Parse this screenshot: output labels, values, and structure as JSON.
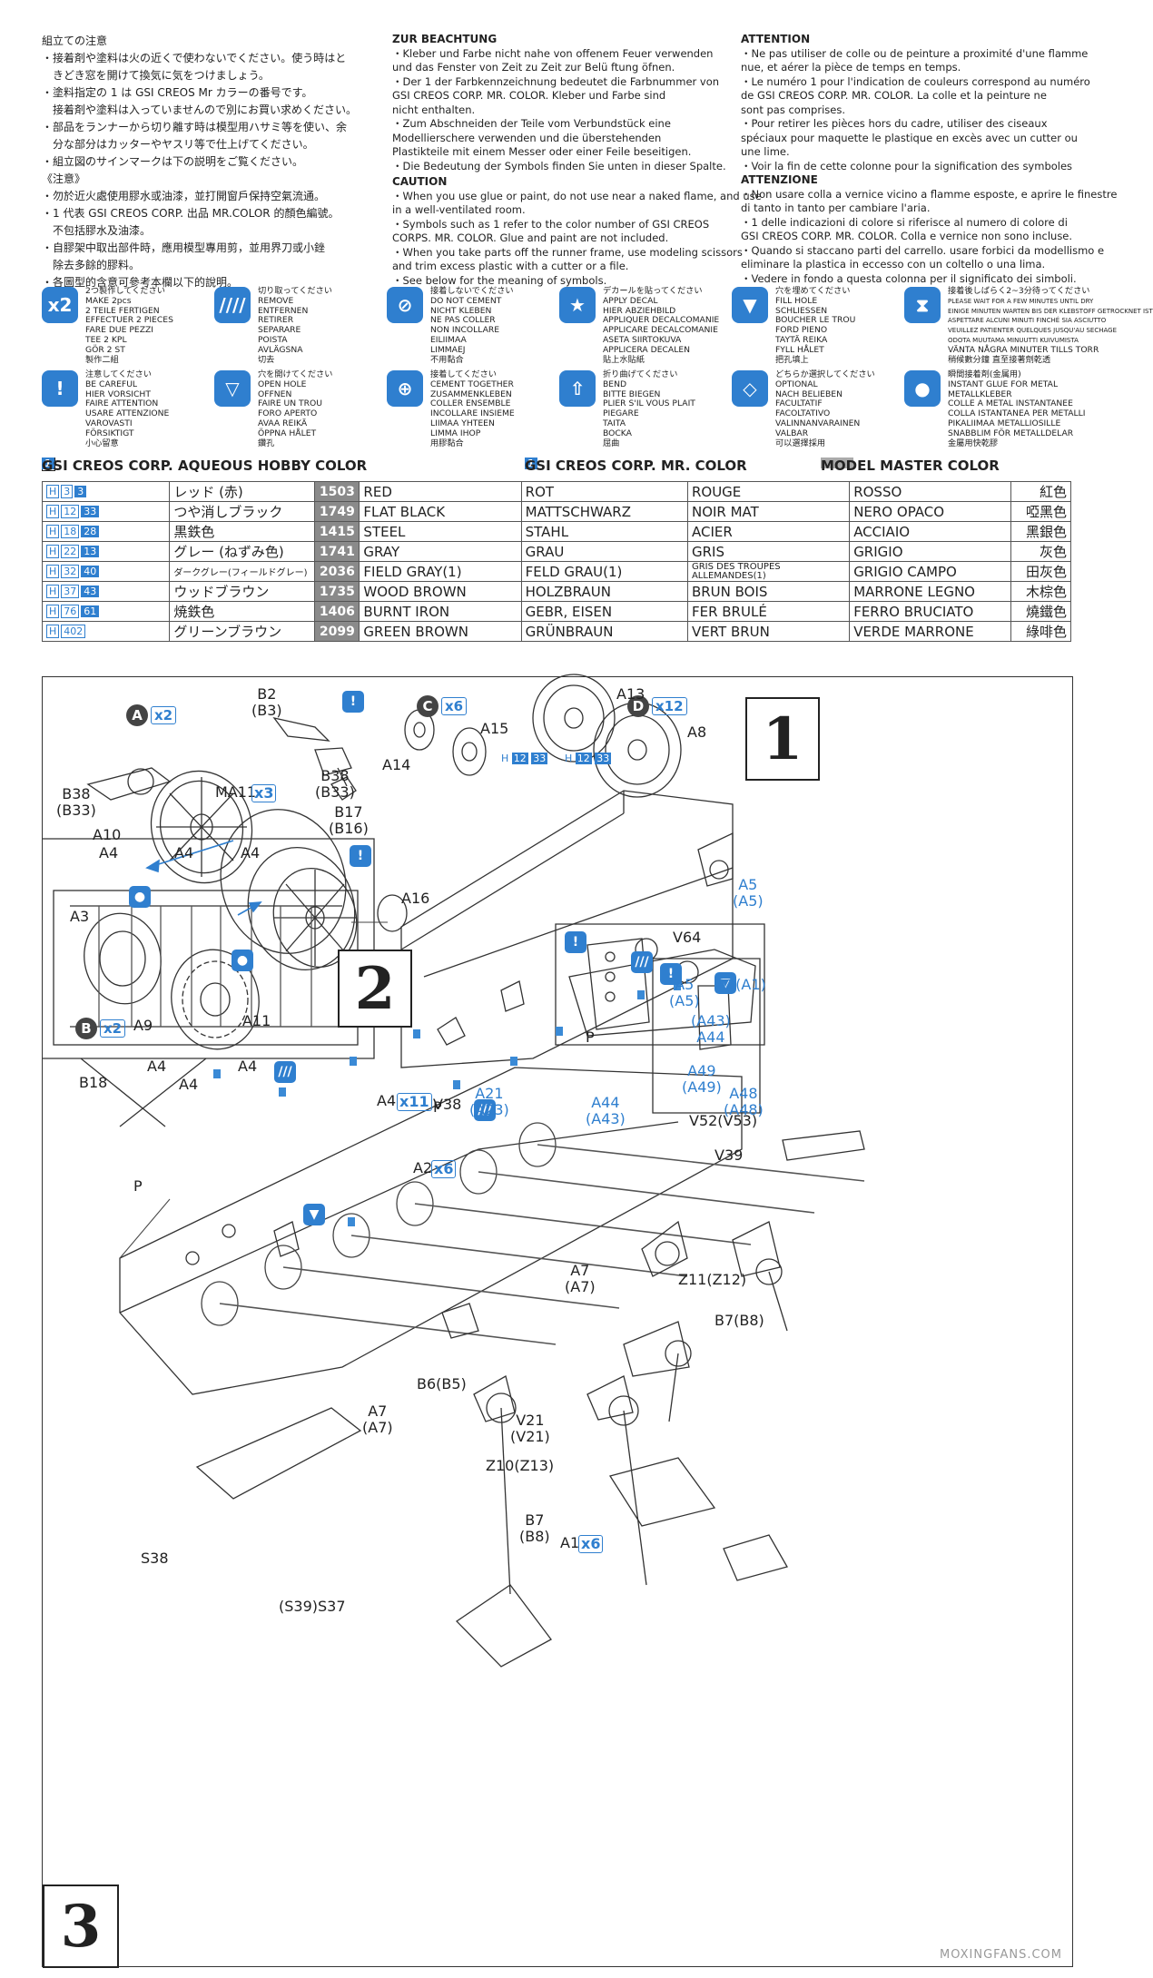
{
  "notes": {
    "jp": {
      "title": "組立ての注意",
      "lines": [
        "・接着剤や塗料は火の近くで使わないでください。使う時はと",
        "　きどき窓を開けて換気に気をつけましょう。",
        "・塗料指定の 1 は GSI CREOS Mr カラーの番号です。",
        "　接着剤や塗料は入っていませんので別にお買い求めください。",
        "・部品をランナーから切り離す時は模型用ハサミ等を使い、余",
        "　分な部分はカッターやヤスリ等で仕上げてください。",
        "・組立図のサインマークは下の説明をご覧ください。"
      ],
      "title2": "《注意》",
      "lines2": [
        "・勿於近火處使用膠水或油漆，並打開窗戶保持空氣流通。",
        "・1 代表 GSI CREOS CORP. 出品 MR.COLOR 的顏色編號。",
        "　不包括膠水及油漆。",
        "・自膠架中取出部件時，應用模型專用剪，並用界刀或小銼",
        "　除去多餘的膠料。",
        "・各圖型的含意可參考本欄以下的說明。"
      ]
    },
    "de": {
      "title": "ZUR BEACHTUNG",
      "lines": [
        "・Kleber und Farbe nicht nahe von offenem Feuer verwenden",
        "  und das Fenster von Zeit zu Zeit zur Belü ftung öfnen.",
        "・Der 1 der Farbkennzeichnung bedeutet die Farbnummer von",
        "  GSI CREOS CORP. MR. COLOR. Kleber und Farbe sind",
        "  nicht enthalten.",
        "・Zum Abschneiden der Teile vom Verbundstück eine",
        "  Modellierschere verwenden und die überstehenden",
        "  Plastikteile mit einem Messer oder einer Feile beseitigen.",
        "・Die Bedeutung der Symbols finden Sie unten in dieser Spalte."
      ],
      "title2": "CAUTION",
      "lines2": [
        "・When you use glue or paint, do not use near a naked flame, and use",
        "  in a well-ventilated room.",
        "・Symbols such as 1 refer to the color number of GSI CREOS",
        "  CORPS. MR. COLOR. Glue and paint are not included.",
        "・When you take parts off the runner frame, use modeling scissors",
        "  and trim excess plastic with a cutter or a file.",
        "・See below for the meaning of symbols."
      ]
    },
    "fr": {
      "title": "ATTENTION",
      "lines": [
        "・Ne pas utiliser de colle ou de peinture a proximité d'une flamme",
        "  nue, et aérer la pièce de temps en temps.",
        "・Le numéro 1 pour l'indication de couleurs correspond au numéro",
        "  de GSI CREOS CORP. MR. COLOR. La colle et la peinture ne",
        "  sont pas comprises.",
        "・Pour retirer les pièces hors du cadre, utiliser des ciseaux",
        "  spéciaux pour maquette le plastique en excès avec un cutter ou",
        "  une lime.",
        "・Voir la fin de cette colonne pour la signification des symboles"
      ],
      "title2": "ATTENZIONE",
      "lines2": [
        "・Non usare colla a vernice vicino a flamme esposte, e aprire le finestre",
        "  di tanto in tanto per cambiare l'aria.",
        "・1 delle indicazioni di colore si riferisce al numero di colore di",
        "  GSI CREOS CORP. MR. COLOR. Colla e vernice non sono incluse.",
        "・Quando si staccano parti del carrello. usare forbici da modellismo e",
        "  eliminare la plastica in eccesso con un coltello o una lima.",
        "・Vedere in fondo a questa colonna per il significato dei simboli."
      ]
    }
  },
  "symbols": [
    {
      "glyph": "x2",
      "icon": "make-two-icon",
      "lines": [
        "2つ製作してください",
        "MAKE 2pcs",
        "2 TEILE FERTIGEN",
        "EFFECTUER 2 PIECES",
        "FARE DUE PEZZI",
        "TEE 2 KPL",
        "GÖR 2 ST",
        "製作二組"
      ]
    },
    {
      "glyph": "////",
      "icon": "remove-icon",
      "lines": [
        "切り取ってください",
        "REMOVE",
        "ENTFERNEN",
        "RETIRER",
        "SEPARARE",
        "POISTA",
        "AVLÄGSNA",
        "切去"
      ]
    },
    {
      "glyph": "⊘",
      "icon": "do-not-cement-icon",
      "lines": [
        "接着しないでください",
        "DO NOT CEMENT",
        "NICHT KLEBEN",
        "NE PAS COLLER",
        "NON INCOLLARE",
        "EILIIMAA",
        "LIMMAEJ",
        "不用黏合"
      ]
    },
    {
      "glyph": "★",
      "icon": "apply-decal-icon",
      "lines": [
        "デカールを貼ってください",
        "APPLY DECAL",
        "HIER ABZIEHBILD",
        "APPLIQUER DECALCOMANIE",
        "APPLICARE DECALCOMANIE",
        "ASETA SIIRTOKUVA",
        "APPLICERA DECALEN",
        "貼上水貼紙"
      ]
    },
    {
      "glyph": "▼",
      "icon": "fill-hole-icon",
      "lines": [
        "穴を埋めてください",
        "FILL HOLE",
        "SCHLIESSEN",
        "BOUCHER LE TROU",
        "FORD PIENO",
        "TAYTÄ REIKA",
        "FYLL HÅLET",
        "把孔填上"
      ]
    },
    {
      "glyph": "⧗",
      "icon": "wait-icon",
      "lines": [
        "接着後しばらく2~3分待ってください",
        "PLEASE WAIT FOR A FEW MINUTES UNTIL DRY",
        "EINIGE MINUTEN WARTEN BIS DER KLEBSTOFF GETROCKNET IST",
        "ASPETTARE ALCUNI MINUTI FINCHÉ SIA ASCIUTTO",
        "VEUILLEZ PATIENTER QUELQUES JUSQU'AU SECHAGE",
        "ODOTA MUUTAMA MINUUTTI KUIVUMISTA",
        "VÄNTA NÅGRA MINUTER TILLS TORR",
        "稍候數分鐘 直至接著劑乾透"
      ]
    },
    {
      "glyph": "!",
      "icon": "be-careful-icon",
      "lines": [
        "注意してください",
        "BE CAREFUL",
        "HIER VORSICHT",
        "FAIRE ATTENTION",
        "USARE ATTENZIONE",
        "VAROVASTI",
        "FÖRSIKTIGT",
        "小心留意"
      ]
    },
    {
      "glyph": "▽",
      "icon": "open-hole-icon",
      "lines": [
        "穴を開けてください",
        "OPEN HOLE",
        "OFFNEN",
        "FAIRE UN TROU",
        "FORO APERTO",
        "AVAA REIKÄ",
        "ÖPPNA HÅLET",
        "鑽孔"
      ]
    },
    {
      "glyph": "⊕",
      "icon": "cement-together-icon",
      "lines": [
        "接着してください",
        "CEMENT TOGETHER",
        "ZUSAMMENKLEBEN",
        "COLLER ENSEMBLE",
        "INCOLLARE INSIEME",
        "LIIMAA YHTEEN",
        "LIMMA IHOP",
        "用膠黏合"
      ]
    },
    {
      "glyph": "⇧",
      "icon": "bend-icon",
      "lines": [
        "折り曲げてください",
        "BEND",
        "BITTE BIEGEN",
        "PLIER S'IL VOUS PLAIT",
        "PIEGARE",
        "TAITA",
        "BOCKA",
        "屈曲"
      ]
    },
    {
      "glyph": "◇",
      "icon": "optional-icon",
      "lines": [
        "どちらか選択してください",
        "OPTIONAL",
        "NACH BELIEBEN",
        "FACULTATIF",
        "FACOLTATIVO",
        "VALINNANVARAINEN",
        "VALBAR",
        "可以選擇採用"
      ]
    },
    {
      "glyph": "●",
      "icon": "instant-glue-icon",
      "lines": [
        "瞬間接着剤(金属用)",
        "INSTANT GLUE FOR METAL",
        "METALLKLEBER",
        "COLLE A METAL INSTANTANEE",
        "COLLA ISTANTANEA PER METALLI",
        "PIKALIIMAA METALLIOSILLE",
        "SNABBLIM FÖR METALLDELAR",
        "金屬用快乾膠"
      ]
    }
  ],
  "paint_header": {
    "aqueous": "GSI CREOS CORP. AQUEOUS HOBBY COLOR",
    "mr_color": "GSI CREOS CORP. MR. COLOR",
    "model_master": "MODEL MASTER COLOR"
  },
  "paints": [
    {
      "h": "3",
      "m": "3",
      "jp": "レッド (赤)",
      "mm": "1503",
      "en": "RED",
      "de": "ROT",
      "fr": "ROUGE",
      "it": "ROSSO",
      "cn": "紅色"
    },
    {
      "h": "12",
      "m": "33",
      "jp": "つや消しブラック",
      "mm": "1749",
      "en": "FLAT BLACK",
      "de": "MATTSCHWARZ",
      "fr": "NOIR MAT",
      "it": "NERO OPACO",
      "cn": "啞黑色"
    },
    {
      "h": "18",
      "m": "28",
      "jp": "黒鉄色",
      "mm": "1415",
      "en": "STEEL",
      "de": "STAHL",
      "fr": "ACIER",
      "it": "ACCIAIO",
      "cn": "黑銀色"
    },
    {
      "h": "22",
      "m": "13",
      "jp": "グレー (ねずみ色)",
      "mm": "1741",
      "en": "GRAY",
      "de": "GRAU",
      "fr": "GRIS",
      "it": "GRIGIO",
      "cn": "灰色"
    },
    {
      "h": "32",
      "m": "40",
      "jp": "ダークグレー(フィールドグレー)",
      "mm": "2036",
      "en": "FIELD GRAY(1)",
      "de": "FELD GRAU(1)",
      "fr": "GRIS DES TROUPES ALLEMANDES(1)",
      "it": "GRIGIO CAMPO",
      "cn": "田灰色"
    },
    {
      "h": "37",
      "m": "43",
      "jp": "ウッドブラウン",
      "mm": "1735",
      "en": "WOOD BROWN",
      "de": "HOLZBRAUN",
      "fr": "BRUN BOIS",
      "it": "MARRONE LEGNO",
      "cn": "木棕色"
    },
    {
      "h": "76",
      "m": "61",
      "jp": "焼鉄色",
      "mm": "1406",
      "en": "BURNT IRON",
      "de": "GEBR, EISEN",
      "fr": "FER BRULÉ",
      "it": "FERRO BRUCIATO",
      "cn": "燒鐵色"
    },
    {
      "h": "402",
      "m": "",
      "jp": "グリーンブラウン",
      "mm": "2099",
      "en": "GREEN BROWN",
      "de": "GRÜNBRAUN",
      "fr": "VERT BRUN",
      "it": "VERDE MARRONE",
      "cn": "綠啡色"
    }
  ],
  "diagram": {
    "steps": [
      "1",
      "2",
      "3"
    ],
    "badges": [
      {
        "letter": "A",
        "mult": "x2"
      },
      {
        "letter": "B",
        "mult": "x2"
      },
      {
        "letter": "C",
        "mult": "x6"
      },
      {
        "letter": "D",
        "mult": "x12"
      }
    ],
    "part_labels": {
      "b2b3": "B2\n(B3)",
      "b38b33_top": "B38\n(B33)",
      "b38b33_left": "B38\n(B33)",
      "b17b16": "B17\n(B16)",
      "a10": "A10",
      "ma11": "MA11",
      "ma11_mult": "x3",
      "a3": "A3",
      "a9": "A9",
      "a11": "A11",
      "a16": "A16",
      "a14": "A14",
      "a15": "A15",
      "a13": "A13",
      "a8": "A8",
      "a5a5_1": "A5\n(A5)",
      "a5a5_2": "A5\n(A5)",
      "a2a1": "A2(A1)",
      "a43a44": "(A43)\nA44",
      "a49a49": "A49\n(A49)",
      "a48a48": "A48\n(A48)",
      "a21a23": "A21\n(A23)",
      "a44a43": "A44\n(A43)",
      "p_step2": "P",
      "a4_1": "A4",
      "a4_2": "A4",
      "a4_3": "A4",
      "a4_4": "A4",
      "a4_5": "A4",
      "a4_6": "A4",
      "b18": "B18",
      "a4_mult": "A4",
      "a4_mult_x": "x11",
      "v38": "V38",
      "v64": "V64",
      "p_detail": "P",
      "v52v53": "V52(V53)",
      "v39": "V39",
      "a2x6": "A2",
      "a2x6_mult": "x6",
      "p_step3": "P",
      "a7a7_1": "A7\n(A7)",
      "z11z12": "Z11(Z12)",
      "b7b8_1": "B7(B8)",
      "b6b5": "B6(B5)",
      "a7a7_2": "A7\n(A7)",
      "v21v21": "V21\n(V21)",
      "z10z13": "Z10(Z13)",
      "b7b8_2": "B7\n(B8)",
      "a1x6": "A1",
      "a1x6_mult": "x6",
      "s38": "S38",
      "s39s37": "(S39)S37"
    },
    "paint_refs": [
      {
        "h": "H",
        "n": "12",
        "m": "33"
      },
      {
        "h": "H",
        "n": "12",
        "m": "33"
      }
    ]
  },
  "watermark": "MOXINGFANS.COM",
  "colors": {
    "accent": "#2f7fcf",
    "ink": "#222222",
    "gray": "#8a8a8a"
  }
}
